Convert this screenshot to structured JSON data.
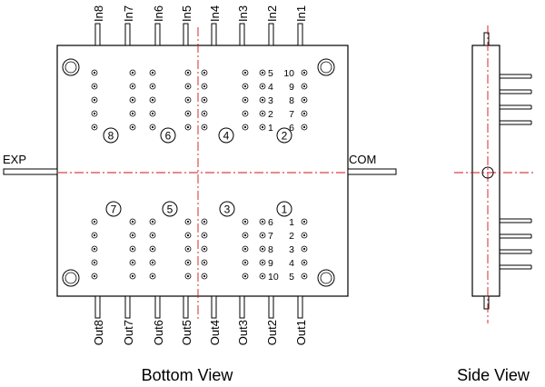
{
  "diagram": {
    "top_pins": [
      "In8",
      "In7",
      "In6",
      "In5",
      "In4",
      "In3",
      "In2",
      "In1"
    ],
    "bottom_pins": [
      "Out8",
      "Out7",
      "Out6",
      "Out5",
      "Out4",
      "Out3",
      "Out2",
      "Out1"
    ],
    "left_port": "EXP",
    "right_port": "COM",
    "upper_channels": [
      "8",
      "6",
      "4",
      "2"
    ],
    "lower_channels": [
      "7",
      "5",
      "3",
      "1"
    ],
    "upper_left_numbers": [
      "5",
      "4",
      "3",
      "2",
      "1"
    ],
    "upper_right_numbers": [
      "10",
      "9",
      "8",
      "7",
      "6"
    ],
    "lower_left_numbers": [
      "6",
      "7",
      "8",
      "9",
      "10"
    ],
    "lower_right_numbers": [
      "1",
      "2",
      "3",
      "4",
      "5"
    ],
    "captions": {
      "bottom_view": "Bottom View",
      "side_view": "Side View"
    }
  },
  "colors": {
    "outline": "#000000",
    "centerline": "#d0121b",
    "background": "#ffffff"
  }
}
